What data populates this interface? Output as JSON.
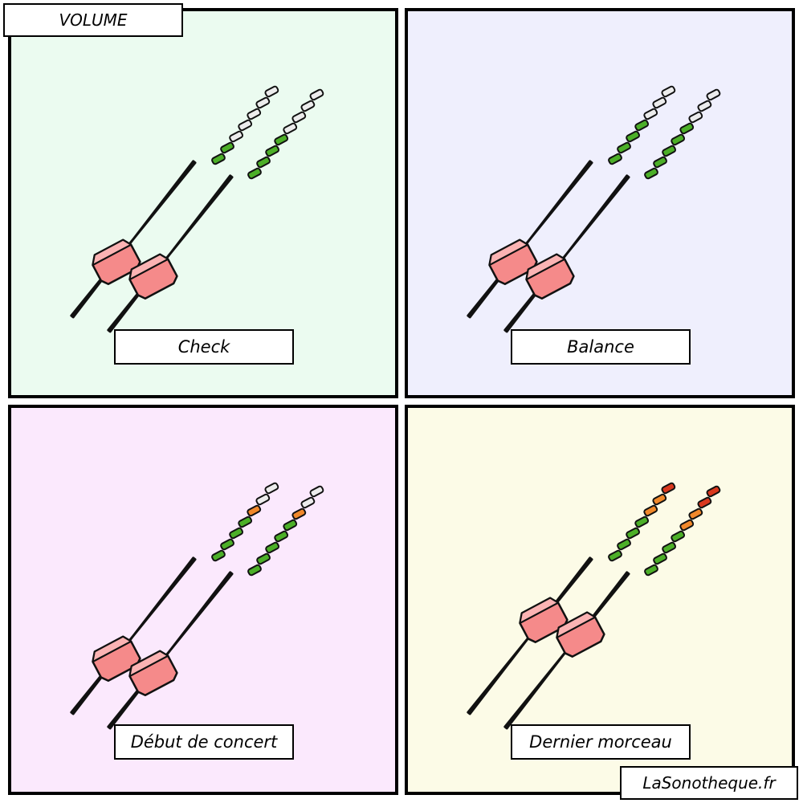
{
  "title": "VOLUME",
  "credit": "LaSonotheque.fr",
  "colors": {
    "led_off": "#ececec",
    "led_green": "#4caf28",
    "led_orange": "#f0882a",
    "led_red": "#d9381e",
    "fader_knob": "#f58a8a",
    "fader_knob_top": "#fbb3b3"
  },
  "panels": [
    {
      "caption": "Check",
      "background": "#ebfbf0",
      "channels": [
        {
          "fader_level": 0.35,
          "meter": [
            "green",
            "green",
            "off",
            "off",
            "off",
            "off",
            "off"
          ]
        },
        {
          "fader_level": 0.35,
          "meter": [
            "green",
            "green",
            "green",
            "green",
            "off",
            "off",
            "off",
            "off"
          ]
        }
      ]
    },
    {
      "caption": "Balance",
      "background": "#efeffd",
      "channels": [
        {
          "fader_level": 0.35,
          "meter": [
            "green",
            "green",
            "green",
            "green",
            "off",
            "off",
            "off"
          ]
        },
        {
          "fader_level": 0.35,
          "meter": [
            "green",
            "green",
            "green",
            "green",
            "green",
            "off",
            "off",
            "off"
          ]
        }
      ]
    },
    {
      "caption": "Début de concert",
      "background": "#fbe9fd",
      "channels": [
        {
          "fader_level": 0.35,
          "meter": [
            "green",
            "green",
            "green",
            "green",
            "orange",
            "off",
            "off"
          ]
        },
        {
          "fader_level": 0.35,
          "meter": [
            "green",
            "green",
            "green",
            "green",
            "green",
            "orange",
            "off",
            "off"
          ]
        }
      ]
    },
    {
      "caption": "Dernier morceau",
      "background": "#fcfbe7",
      "channels": [
        {
          "fader_level": 0.6,
          "meter": [
            "green",
            "green",
            "green",
            "green",
            "orange",
            "orange",
            "red"
          ]
        },
        {
          "fader_level": 0.6,
          "meter": [
            "green",
            "green",
            "green",
            "green",
            "orange",
            "orange",
            "red",
            "red"
          ]
        }
      ]
    }
  ]
}
